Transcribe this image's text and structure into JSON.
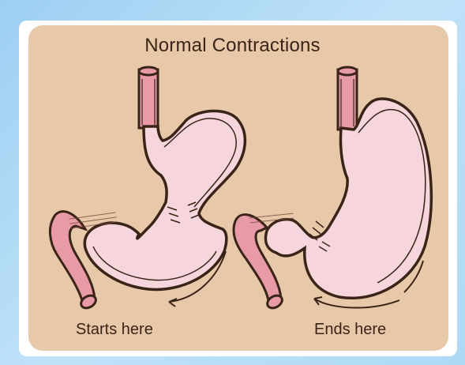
{
  "title": "Normal Contractions",
  "captions": {
    "left": "Starts here",
    "right": "Ends here"
  },
  "colors": {
    "background": "#aed9f5",
    "card": "#e7c8a8",
    "stomach_fill": "#f6d6dc",
    "duodenum_fill": "#e89aa6",
    "outline": "#3a2418"
  }
}
